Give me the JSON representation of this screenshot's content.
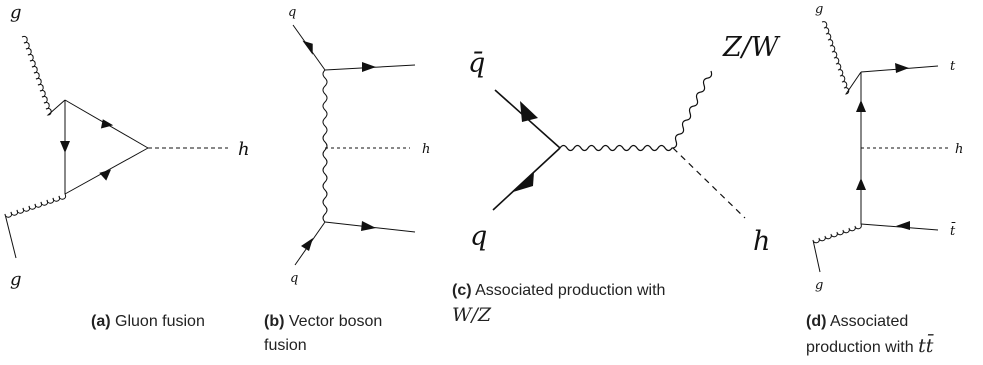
{
  "panels": [
    {
      "id": "a",
      "caption_tag": "(a)",
      "caption_text": "Gluon fusion",
      "labels": {
        "g_top": "g",
        "g_bottom": "g",
        "h": "h"
      }
    },
    {
      "id": "b",
      "caption_tag": "(b)",
      "caption_text_1": "Vector boson",
      "caption_text_2": "fusion",
      "labels": {
        "q_top": "q",
        "q_bottom": "q",
        "h": "h"
      }
    },
    {
      "id": "c",
      "caption_tag": "(c)",
      "caption_text_1": "Associated production with",
      "caption_math": "W/Z",
      "labels": {
        "qbar": "q̄",
        "q": "q",
        "zw": "Z/W",
        "h": "h"
      }
    },
    {
      "id": "d",
      "caption_tag": "(d)",
      "caption_text_1": "Associated",
      "caption_text_2": "production with",
      "caption_math": "tt̄",
      "labels": {
        "g_top": "g",
        "g_bottom": "g",
        "t": "t",
        "tbar": "t̄",
        "h": "h"
      }
    }
  ]
}
